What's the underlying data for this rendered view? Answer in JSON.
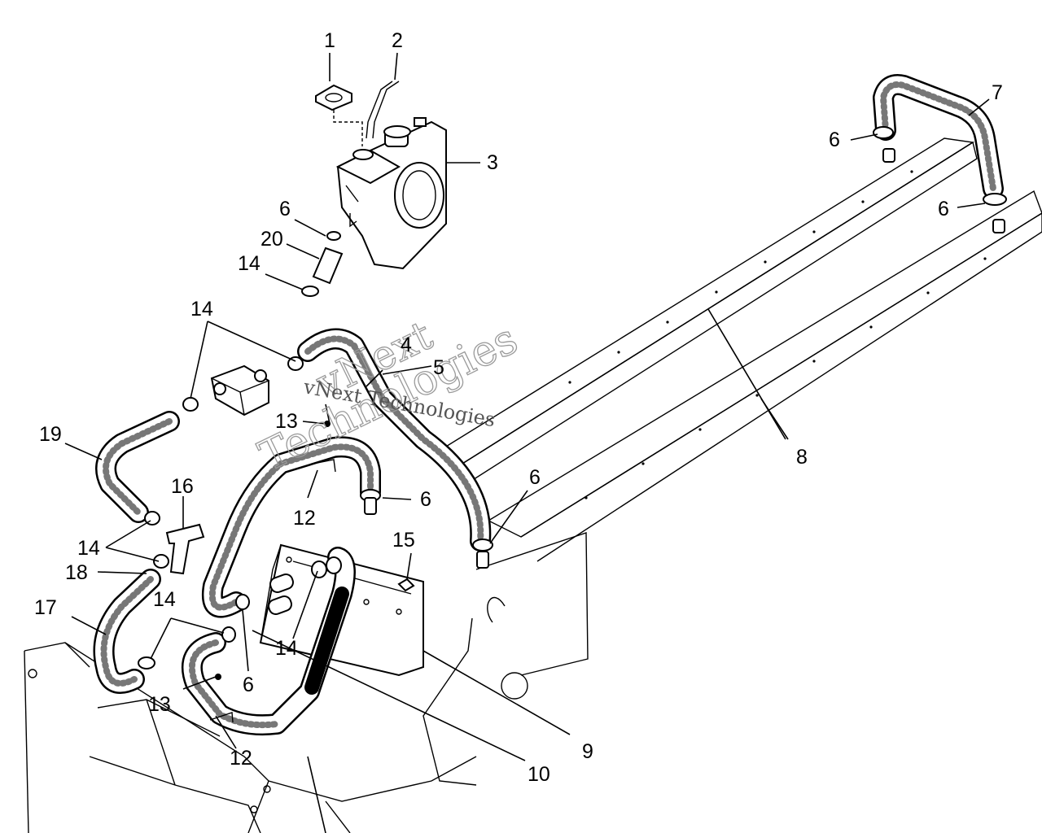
{
  "callouts": [
    {
      "id": "c1",
      "label": "1"
    },
    {
      "id": "c2",
      "label": "2"
    },
    {
      "id": "c3",
      "label": "3"
    },
    {
      "id": "c4",
      "label": "4"
    },
    {
      "id": "c5",
      "label": "5"
    },
    {
      "id": "c6a",
      "label": "6"
    },
    {
      "id": "c6b",
      "label": "6"
    },
    {
      "id": "c6c",
      "label": "6"
    },
    {
      "id": "c6d",
      "label": "6"
    },
    {
      "id": "c6e",
      "label": "6"
    },
    {
      "id": "c6f",
      "label": "6"
    },
    {
      "id": "c7",
      "label": "7"
    },
    {
      "id": "c8",
      "label": "8"
    },
    {
      "id": "c9",
      "label": "9"
    },
    {
      "id": "c10",
      "label": "10"
    },
    {
      "id": "c12a",
      "label": "12"
    },
    {
      "id": "c12b",
      "label": "12"
    },
    {
      "id": "c13a",
      "label": "13"
    },
    {
      "id": "c13b",
      "label": "13"
    },
    {
      "id": "c14a",
      "label": "14"
    },
    {
      "id": "c14b",
      "label": "14"
    },
    {
      "id": "c14c",
      "label": "14"
    },
    {
      "id": "c14d",
      "label": "14"
    },
    {
      "id": "c14e",
      "label": "14"
    },
    {
      "id": "c15",
      "label": "15"
    },
    {
      "id": "c16",
      "label": "16"
    },
    {
      "id": "c17",
      "label": "17"
    },
    {
      "id": "c18",
      "label": "18"
    },
    {
      "id": "c19",
      "label": "19"
    },
    {
      "id": "c20",
      "label": "20"
    }
  ],
  "watermark": {
    "line1": "vNext",
    "line2": "Technologies",
    "line3": "vNext Technologies"
  },
  "colors": {
    "ink": "#000000",
    "paper": "#ffffff",
    "watermark": "#9a9a9a"
  }
}
